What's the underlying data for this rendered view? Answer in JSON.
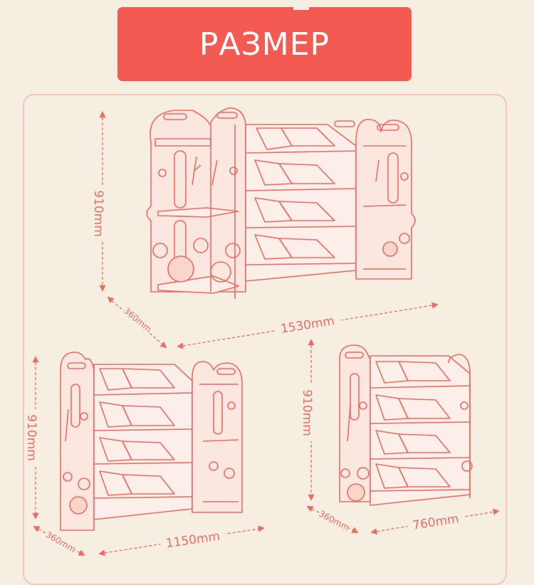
{
  "header": {
    "title": "РАЗМЕР"
  },
  "colors": {
    "accent": "#f25a52",
    "line": "#f06b62",
    "background": "#f7eee2",
    "frame": "#f3c7bd"
  },
  "units": {
    "large": {
      "height": "910mm",
      "depth": "360mm",
      "width": "1530mm"
    },
    "medium": {
      "height": "910mm",
      "depth": "360mm",
      "width": "1150mm"
    },
    "small": {
      "height": "910mm",
      "depth": "360mm",
      "width": "760mm"
    }
  }
}
